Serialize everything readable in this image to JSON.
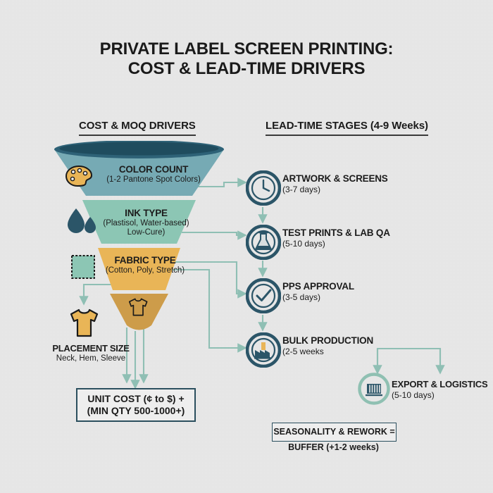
{
  "title": {
    "line1": "PRIVATE LABEL SCREEN PRINTING:",
    "line2": "COST & LEAD-TIME DRIVERS"
  },
  "sections": {
    "cost_heading": "COST & MOQ DRIVERS",
    "lead_heading": "LEAD-TIME STAGES (4-9 Weeks)"
  },
  "funnel": {
    "bands": [
      {
        "title": "COLOR COUNT",
        "sub": "(1-2 Pantone Spot Colors)",
        "icon": "palette-icon",
        "color": "#76aab4"
      },
      {
        "title": "INK TYPE",
        "sub": "(Plastisol, Water-based)",
        "sub2": "Low-Cure)",
        "icon": "ink-drop-icon",
        "color": "#8cc6b4"
      },
      {
        "title": "FABRIC TYPE",
        "sub": "(Cotton, Poly, Stretch)",
        "icon": "fabric-swatch-icon",
        "color": "#e9b557"
      }
    ],
    "tip": {
      "icon": "tshirt-icon",
      "color": "#cd9c4a"
    },
    "rim_color": "#2e6277"
  },
  "placement": {
    "title": "PLACEMENT SIZE",
    "sub": "Neck, Hem, Sleeve",
    "icon": "tshirt-icon"
  },
  "unit_cost": {
    "line1": "UNIT COST (¢ to $) +",
    "line2": "(MIN QTY 500-1000+)"
  },
  "stages": [
    {
      "title": "ARTWORK & SCREENS",
      "sub": "(3-7 days)",
      "icon": "clock-icon"
    },
    {
      "title": "TEST PRINTS & LAB QA",
      "sub": "(5-10 days)",
      "icon": "flask-icon"
    },
    {
      "title": "PPS APPROVAL",
      "sub": "(3-5 days)",
      "icon": "check-circle-icon"
    },
    {
      "title": "BULK PRODUCTION",
      "sub": "(2-5 weeks",
      "icon": "factory-icon"
    }
  ],
  "export": {
    "title": "EXPORT & LOGISTICS",
    "sub": "(5-10 days)",
    "icon": "shipping-container-icon"
  },
  "seasonality": {
    "boxed": "SEASONALITY & REWORK =",
    "buffer": "BUFFER (+1-2 weeks)"
  },
  "colors": {
    "background": "#e9e9e9",
    "dark_teal": "#2b5568",
    "connector": "#8fbfb4",
    "band_top": "#76aab4",
    "band_mid": "#8cc6b4",
    "band_fabric": "#e9b557",
    "band_tip": "#cd9c4a",
    "export_ring": "#8fc0b2"
  }
}
